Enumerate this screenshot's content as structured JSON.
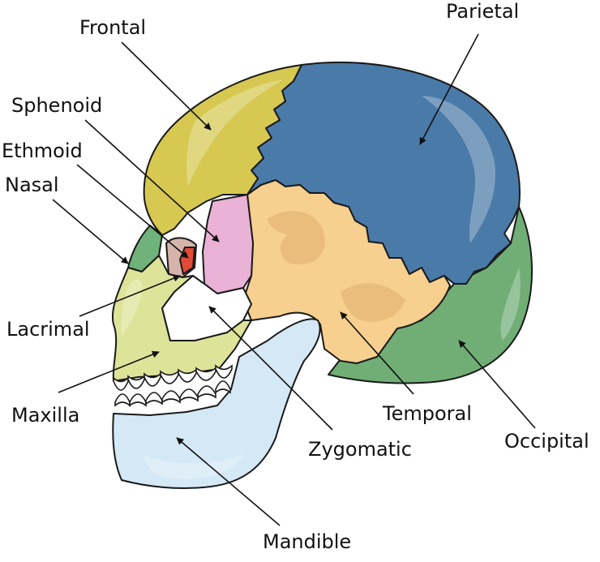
{
  "labels": {
    "frontal": "Frontal",
    "parietal": "Parietal",
    "sphenoid": "Sphenoid",
    "ethmoid": "Ethmoid",
    "nasal": "Nasal",
    "lacrimal": "Lacrimal",
    "maxilla": "Maxilla",
    "temporal": "Temporal",
    "occipital": "Occipital",
    "zygomatic": "Zygomatic",
    "mandible": "Mandible"
  },
  "colors": {
    "frontal": "#d6c850",
    "parietal": "#4a7aa8",
    "sphenoid": "#eab2d6",
    "ethmoid": "#d6b4ac",
    "nasal": "#6fb27a",
    "lacrimal": "#e24a36",
    "maxilla": "#dde398",
    "temporal": "#f7cf8e",
    "occipital": "#70ae76",
    "zygomatic": "#ffffff",
    "mandible": "#d4e8f6",
    "teeth": "#ffffff",
    "outline": "#1a1a1a"
  }
}
